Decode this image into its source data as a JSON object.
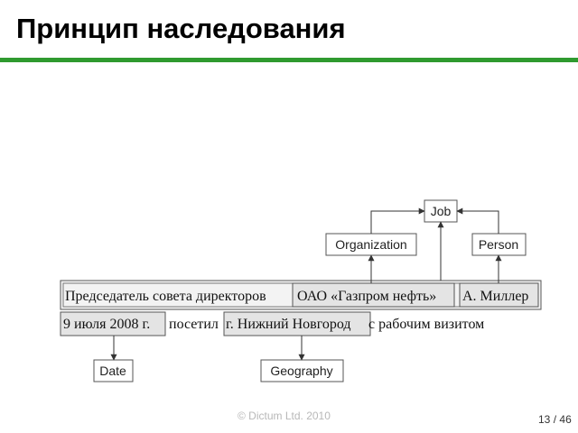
{
  "slide": {
    "title": "Принцип наследования",
    "footer": "© Dictum Ltd. 2010",
    "page_current": "13",
    "page_separator": "/",
    "page_total": "46"
  },
  "diagram": {
    "classes": {
      "job": "Job",
      "organization": "Organization",
      "person": "Person",
      "date": "Date",
      "geography": "Geography"
    },
    "sentence1": {
      "prefix": "Председатель совета директоров",
      "org": "ОАО «Газпром нефть»",
      "person": "А. Миллер"
    },
    "sentence2": {
      "date": "9 июля 2008 г.",
      "verb": "посетил",
      "place": "г. Нижний Новгород",
      "suffix": "с рабочим визитом"
    }
  },
  "colors": {
    "title_rule": "#2f9a2f",
    "highlight_fill": "#e4e4e4",
    "line": "#333333"
  }
}
